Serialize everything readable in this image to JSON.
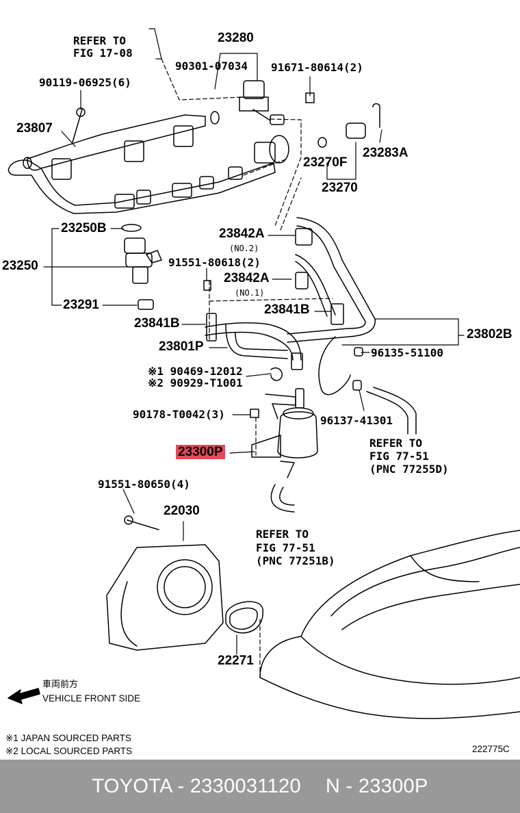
{
  "labels": {
    "refer_fig17_line1": "REFER TO",
    "refer_fig17_line2": "FIG 17-08",
    "p23280": "23280",
    "p90301": "90301-07034",
    "p91671": "91671-80614(2)",
    "p90119": "90119-06925(6)",
    "p23807": "23807",
    "p23283a": "23283A",
    "p23270f": "23270F",
    "p23270": "23270",
    "p23250b": "23250B",
    "p23250": "23250",
    "p23291": "23291",
    "p23842a_1": "23842A",
    "no2": "(NO.2)",
    "p91551_80618": "91551-80618(2)",
    "p23842a_2": "23842A",
    "no1": "(NO.1)",
    "p23841b_left": "23841B",
    "p23841b_right": "23841B",
    "p23802b": "23802B",
    "p23801p": "23801P",
    "p96135": "96135-51100",
    "p90469": "※1 90469-12012",
    "p90929": "※2 90929-T1001",
    "p90178": "90178-T0042(3)",
    "p96137": "96137-41301",
    "refer_7751_a_line1": "REFER TO",
    "refer_7751_a_line2": "FIG 77-51",
    "refer_7751_a_line3": "(PNC 77255D)",
    "p23300p": "23300P",
    "p91551_80650": "91551-80650(4)",
    "p22030": "22030",
    "refer_7751_b_line1": "REFER TO",
    "refer_7751_b_line2": "FIG 77-51",
    "refer_7751_b_line3": "(PNC 77251B)",
    "p22271": "22271",
    "front_jp": "車両前方",
    "front_en": "VEHICLE FRONT SIDE",
    "note1": "※1 JAPAN SOURCED PARTS",
    "note2": "※2 LOCAL SOURCED PARTS",
    "ref_code": "222775C"
  },
  "footer": {
    "brand_part": "TOYOTA - 2330031120",
    "pnc": "N - 23300P"
  },
  "colors": {
    "highlight": "#e34a5a",
    "footer_bg": "#999999",
    "footer_text": "#ffffff"
  }
}
